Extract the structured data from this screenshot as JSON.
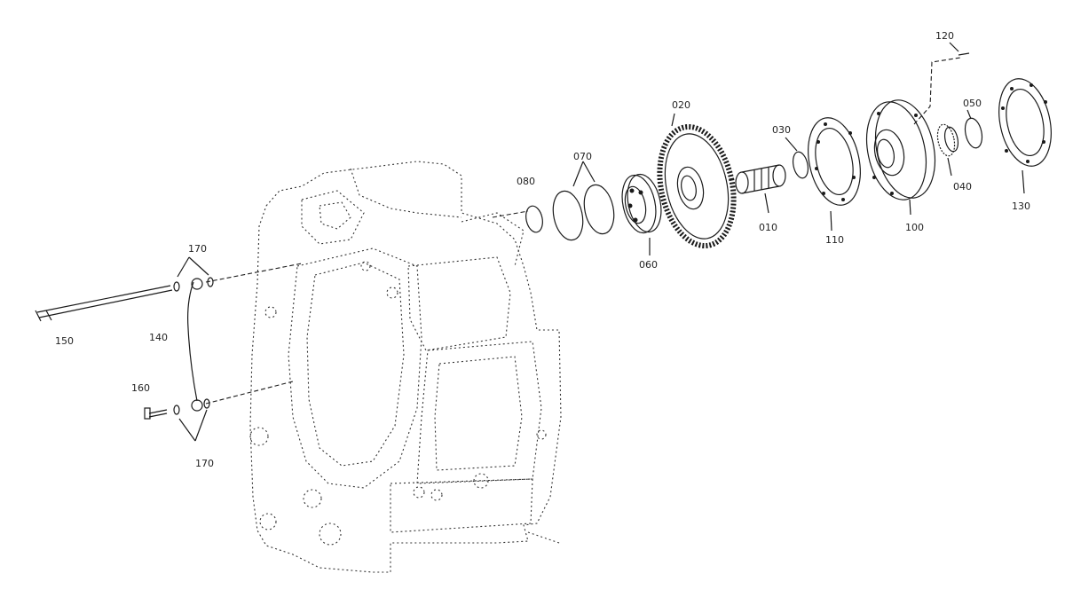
{
  "labels": {
    "p010": "010",
    "p020": "020",
    "p030": "030",
    "p040": "040",
    "p050": "050",
    "p060": "060",
    "p070": "070",
    "p080": "080",
    "p100": "100",
    "p110": "110",
    "p120": "120",
    "p130": "130",
    "p140": "140",
    "p150": "150",
    "p160": "160",
    "p170a": "170",
    "p170b": "170"
  }
}
